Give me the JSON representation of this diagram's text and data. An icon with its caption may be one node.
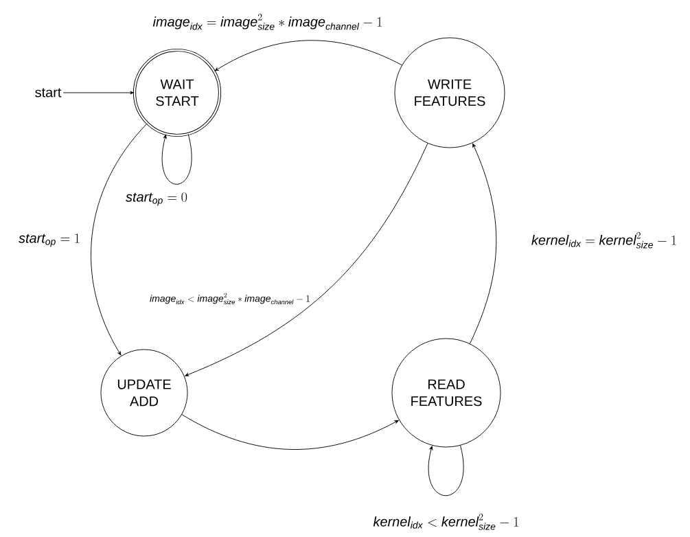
{
  "diagram": {
    "nodes": [
      {
        "text": [
          "start"
        ]
      },
      {
        "text": [
          "WAIT START"
        ]
      },
      {
        "text": [
          "WRITE FEATURES"
        ]
      },
      {
        "text": [
          "UPDATE ADD"
        ]
      },
      {
        "text": [
          "READ FEATURES"
        ]
      }
    ],
    "edges": [
      {
        "from": 0,
        "to": 1,
        "arrow": "to"
      },
      {
        "from": 1,
        "to": 1,
        "arrow": "to",
        "label": "\\mathit{start}_{\\mathit{op}} = 0"
      },
      {
        "from": 1,
        "to": 3,
        "arrow": "to",
        "label": "\\mathit{start}_{\\mathit{op}} = 1"
      },
      {
        "from": 2,
        "to": 1,
        "arrow": "to",
        "label": "\\mathit{image}_{\\mathit{idx}} = \\mathit{image}_{\\mathit{size}}^{2} \\ast \\mathit{image}_{\\mathit{channel}} - 1"
      },
      {
        "from": 2,
        "to": 3,
        "arrow": "to",
        "label": "\\mathit{image}_{\\mathit{idx}} < \\mathit{image}_{\\mathit{size}}^{2} \\ast \\mathit{image}_{\\mathit{channel}} - 1"
      },
      {
        "from": 3,
        "to": 4,
        "arrow": "to"
      },
      {
        "from": 4,
        "to": 4,
        "arrow": "to",
        "label": "\\mathit{kernel}_{\\mathit{idx}} < \\mathit{kernel}_{\\mathit{size}}^{2} - 1"
      },
      {
        "from": 4,
        "to": 2,
        "arrow": "to",
        "label": "\\mathit{kernel}_{\\mathit{idx}} = \\mathit{kernel}_{\\mathit{size}}^{2} - 1"
      }
    ]
  }
}
